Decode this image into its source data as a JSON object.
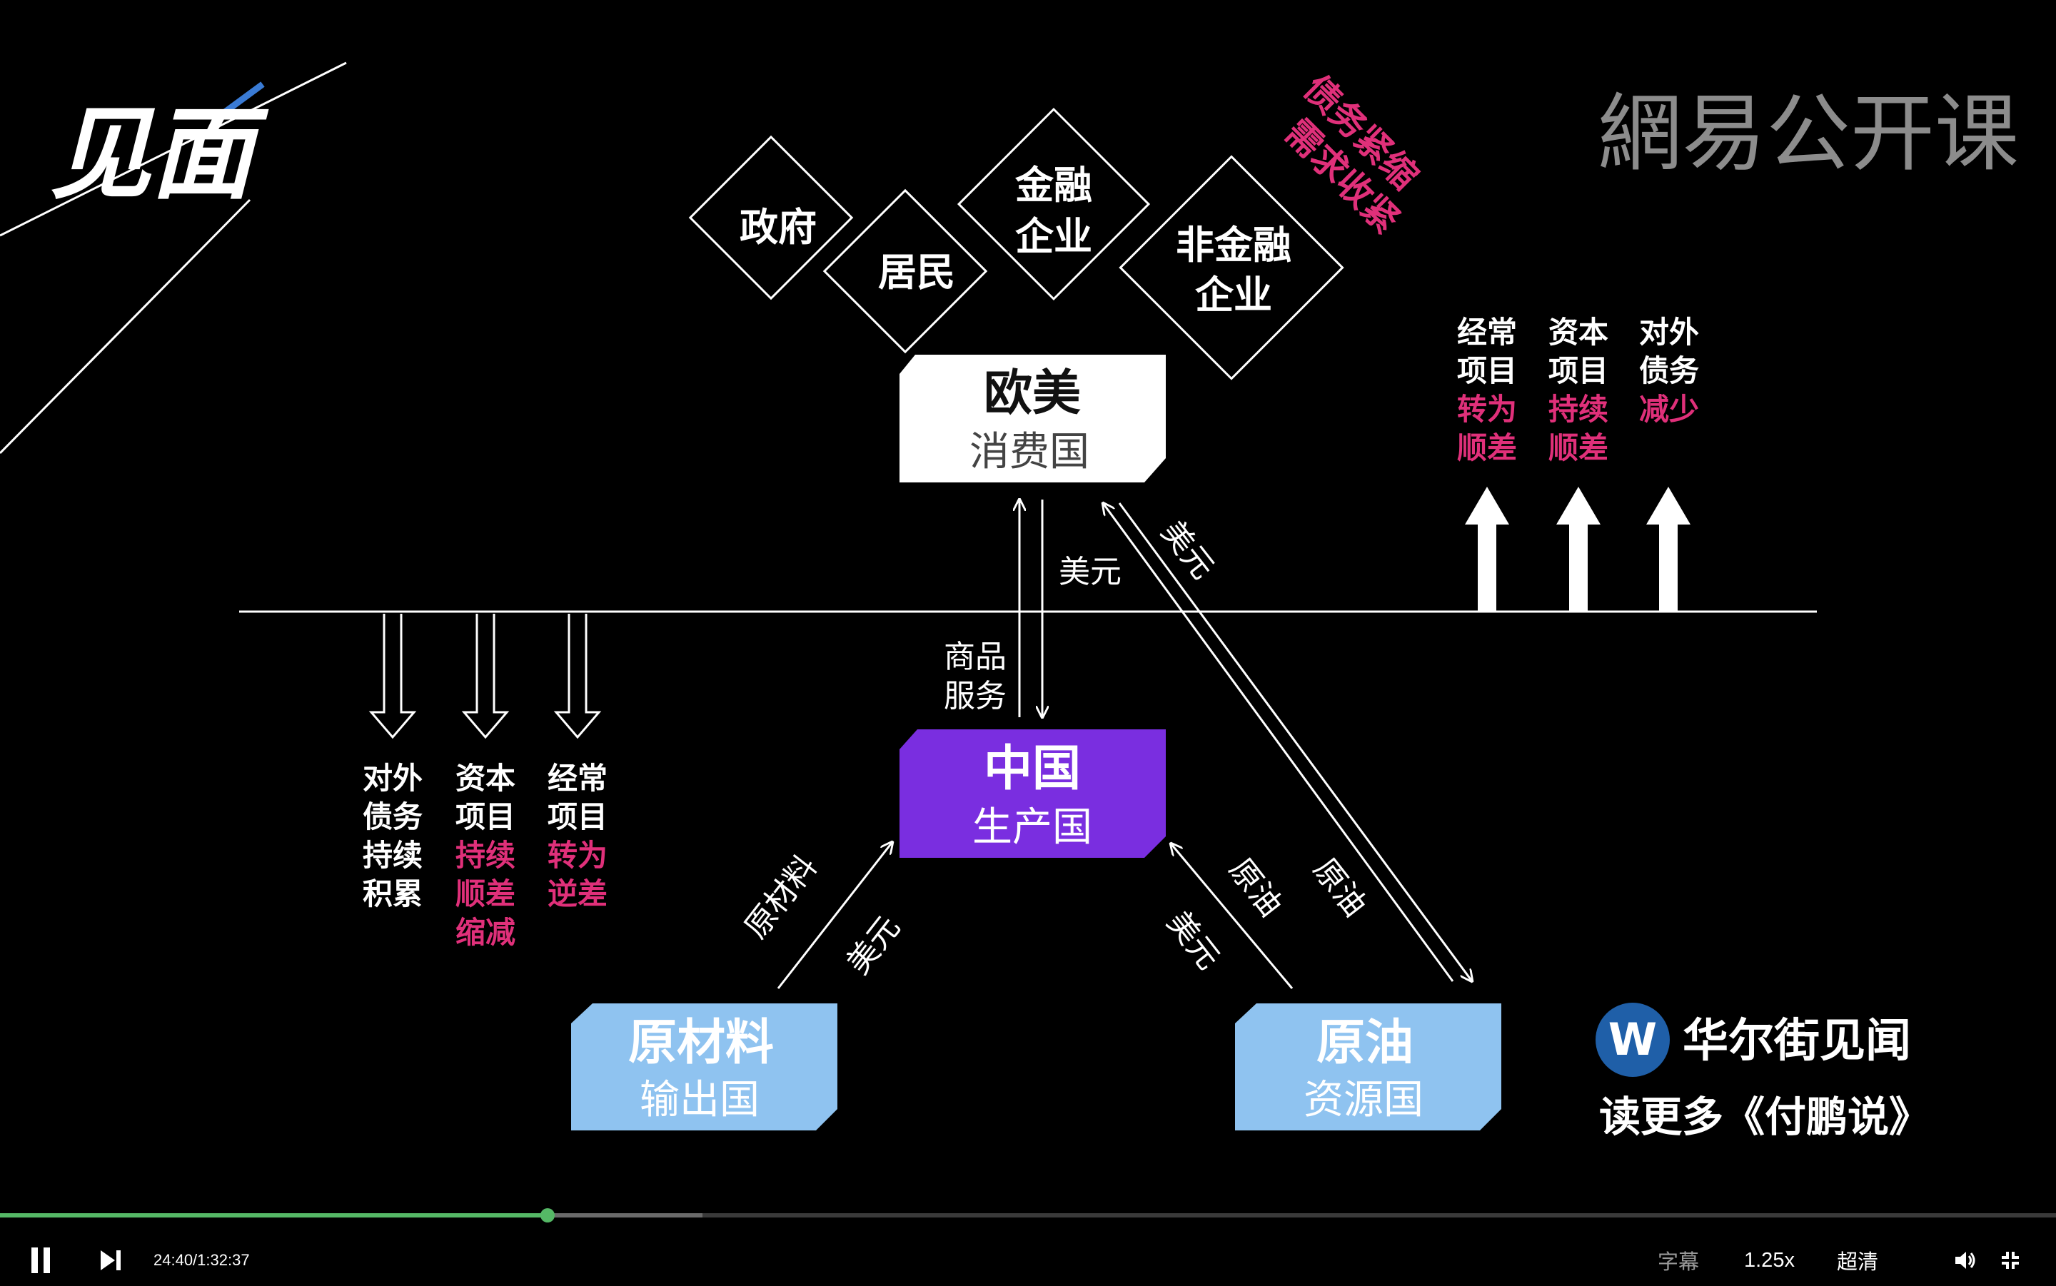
{
  "video": {
    "watermark": "網易公开课",
    "series_logo": "见面",
    "credit": {
      "brand": "华尔街见闻",
      "tagline": "读更多《付鹏说》"
    },
    "diagram": {
      "sectors": [
        "政府",
        "居民",
        "金融企业",
        "非金融企业"
      ],
      "sector_lines": {
        "finance": [
          "金融",
          "企业"
        ],
        "nonfinance": [
          "非金融",
          "企业"
        ]
      },
      "debt_note": [
        "债务紧缩",
        "需求收紧"
      ],
      "nodes": {
        "consumer": {
          "name": "欧美",
          "role": "消费国",
          "color": "#ffffff"
        },
        "producer": {
          "name": "中国",
          "role": "生产国",
          "color": "#7a2ee0"
        },
        "raw": {
          "name": "原材料",
          "role": "输出国",
          "color": "#8fc3f0"
        },
        "oil": {
          "name": "原油",
          "role": "资源国",
          "color": "#8fc3f0"
        }
      },
      "flows": {
        "usd_up": "美元",
        "usd_diag": "美元",
        "goods": [
          "商品",
          "服务"
        ],
        "raw_material": "原材料",
        "usd_raw": "美元",
        "oil_to_china": "原油",
        "usd_oil": "美元",
        "oil_to_west": "原油"
      },
      "up_columns": [
        {
          "lines": [
            "经常",
            "项目",
            "转为",
            "顺差"
          ],
          "accent_from": 2
        },
        {
          "lines": [
            "资本",
            "项目",
            "持续",
            "顺差"
          ],
          "accent_from": 2
        },
        {
          "lines": [
            "对外",
            "债务",
            "减少"
          ],
          "accent_from": 2
        }
      ],
      "down_columns": [
        {
          "lines": [
            "对外",
            "债务",
            "持续",
            "积累"
          ],
          "accent_from": 4
        },
        {
          "lines": [
            "资本",
            "项目",
            "持续",
            "顺差",
            "缩减"
          ],
          "accent_from": 2
        },
        {
          "lines": [
            "经常",
            "项目",
            "转为",
            "逆差"
          ],
          "accent_from": 2
        }
      ],
      "accent_color": "#e0307a"
    }
  },
  "player": {
    "time": "24:40/1:32:37",
    "progress": 0.2663,
    "buffered": 0.3417,
    "subtitle_label": "字幕",
    "speed_label": "1.25x",
    "quality_label": "超清",
    "played_color": "#55b866"
  }
}
